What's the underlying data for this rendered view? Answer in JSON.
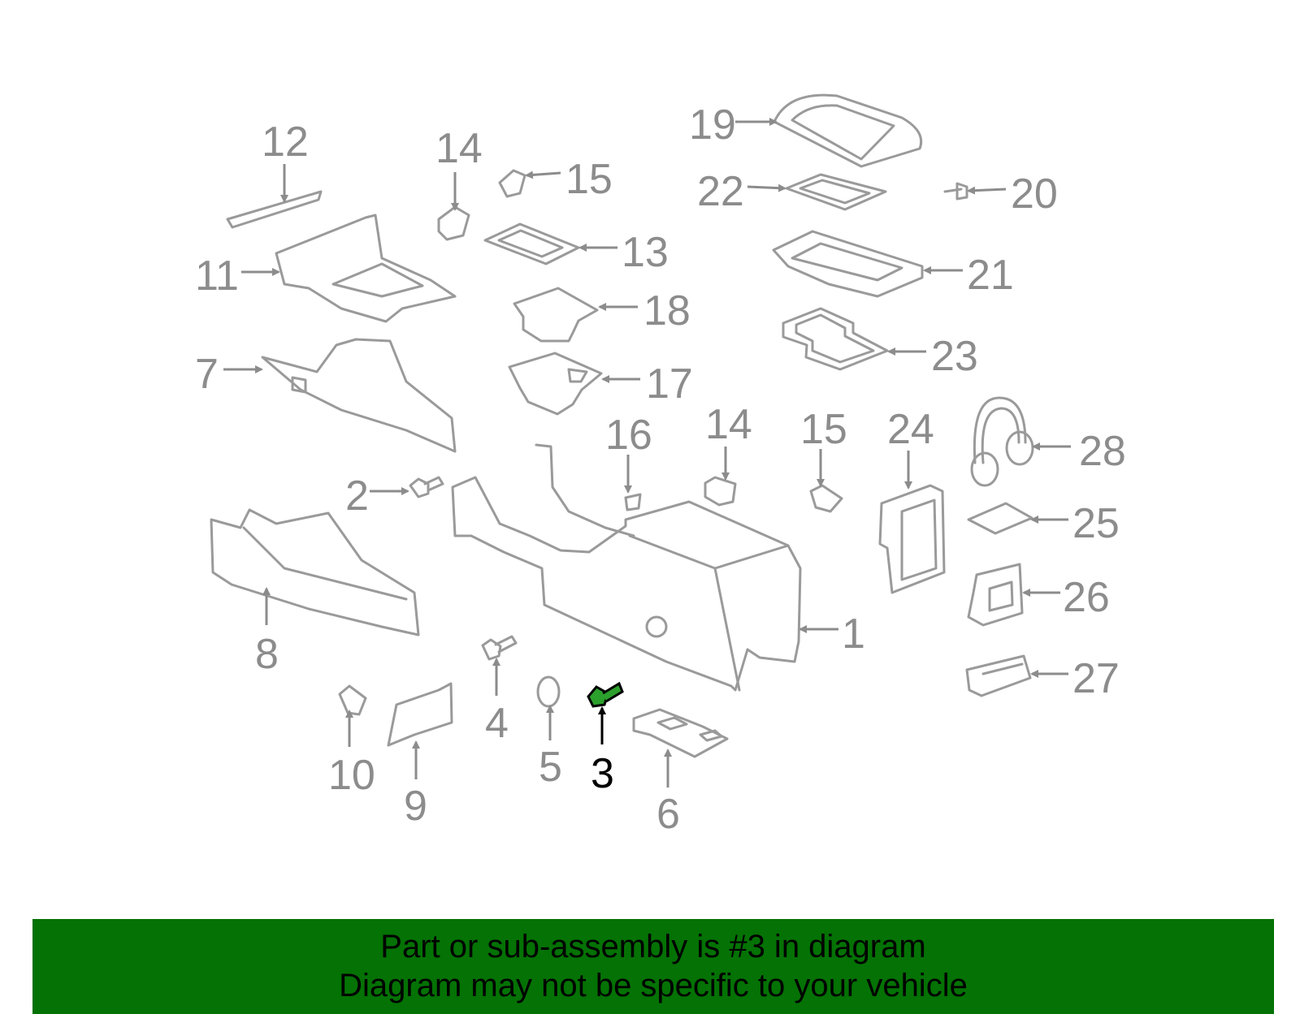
{
  "labels": [
    "12",
    "14",
    "15",
    "19",
    "22",
    "20",
    "11",
    "13",
    "21",
    "18",
    "7",
    "23",
    "17",
    "16",
    "14",
    "15",
    "24",
    "28",
    "2",
    "25",
    "8",
    "1",
    "26",
    "4",
    "10",
    "27",
    "9",
    "5",
    "3",
    "6"
  ],
  "highlight_label": "3",
  "colors": {
    "banner": "#047204",
    "highlight": "#2ca02c",
    "parts": "#9a9a9a"
  },
  "banner": {
    "line1": "Part or sub-assembly is #3 in diagram",
    "line2": "Diagram may not be specific to your vehicle"
  }
}
